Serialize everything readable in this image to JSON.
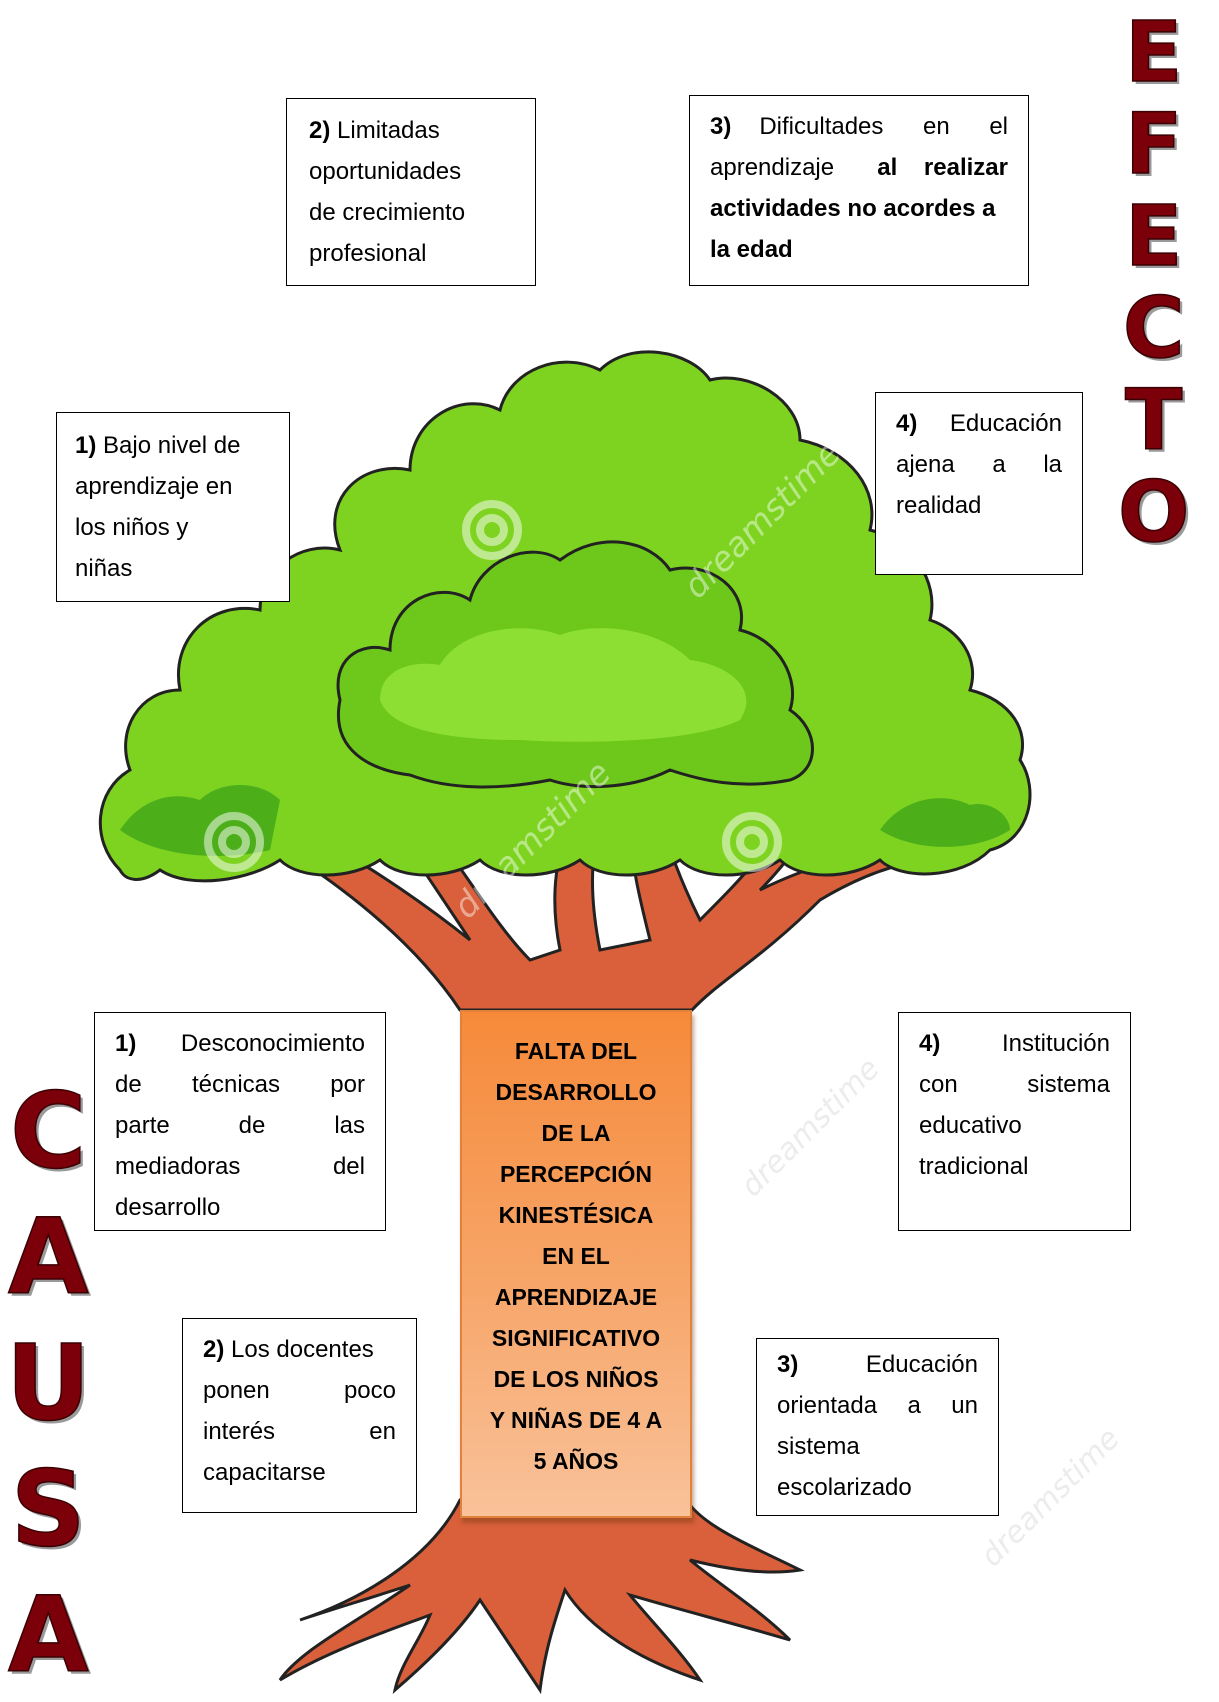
{
  "effect_label": [
    "E",
    "F",
    "E",
    "C",
    "T",
    "O"
  ],
  "cause_label": [
    "C",
    "A",
    "U",
    "S",
    "A"
  ],
  "central_problem": [
    "FALTA DEL",
    "DESARROLLO",
    "DE LA",
    "PERCEPCIÓN",
    "KINESTÉSICA",
    "EN EL",
    "APRENDIZAJE",
    "SIGNIFICATIVO",
    "DE LOS NIÑOS",
    "Y NIÑAS DE 4 A",
    "5 AÑOS"
  ],
  "effects": [
    {
      "num": "1)",
      "lines": [
        "Bajo nivel de",
        "aprendizaje en",
        "los niños y",
        "niñas"
      ]
    },
    {
      "num": "2)",
      "lines": [
        "Limitadas",
        "oportunidades",
        "de crecimiento",
        "profesional"
      ]
    },
    {
      "num": "3)",
      "lines": [
        "Dificultades en el",
        "aprendizaje",
        "al realizar",
        "actividades no acordes a",
        "la edad"
      ]
    },
    {
      "num": "4)",
      "lines": [
        "Educación",
        "ajena a la",
        "realidad"
      ]
    }
  ],
  "causes": [
    {
      "num": "1)",
      "lines": [
        "Desconocimiento",
        "de técnicas por",
        "parte de las",
        "mediadoras del",
        "desarrollo"
      ]
    },
    {
      "num": "2)",
      "lines": [
        "Los docentes",
        "ponen poco",
        "interés en",
        "capacitarse"
      ]
    },
    {
      "num": "3)",
      "lines": [
        "Educación",
        "orientada a un",
        "sistema",
        "escolarizado"
      ]
    },
    {
      "num": "4)",
      "lines": [
        "Institución",
        "con sistema",
        "educativo",
        "tradicional"
      ]
    }
  ],
  "watermark_text": "dreamstime",
  "colors": {
    "foliage": "#7ed321",
    "foliage_dark": "#4caf1a",
    "trunk": "#d9603a",
    "label": "#7b0009",
    "problem_box": "#f68a3a"
  }
}
